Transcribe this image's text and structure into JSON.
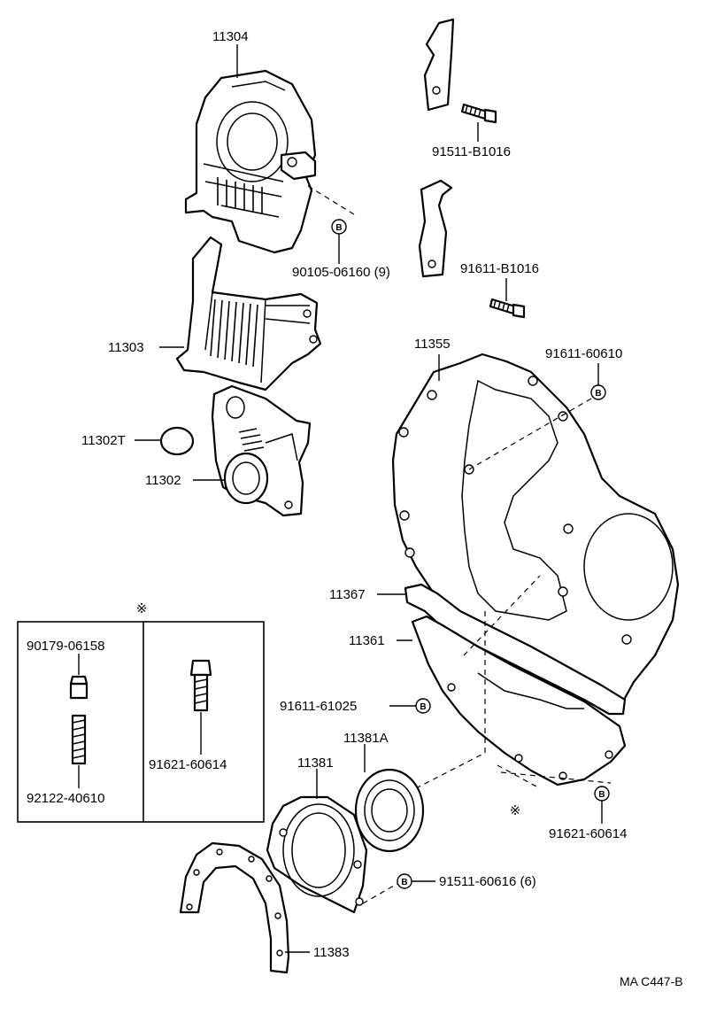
{
  "labels": {
    "p11304": "11304",
    "p90105": "90105-06160 (9)",
    "p11303": "11303",
    "p11302T": "11302T",
    "p11302": "11302",
    "p91511_b1": "91511-B1016",
    "p91611_b1": "91611-B1016",
    "p11355": "11355",
    "p91611_60610": "91611-60610",
    "p11367": "11367",
    "p11361": "11361",
    "p91611_61025": "91611-61025",
    "p11381A": "11381A",
    "p11381": "11381",
    "p91621_60614r": "91621-60614",
    "p91511_60616": "91511-60616 (6)",
    "p11383": "11383",
    "inset_90179": "90179-06158",
    "inset_92122": "92122-40610",
    "inset_91621": "91621-60614",
    "note_mark_inset": "※",
    "note_mark_right": "※",
    "b_mark": "B",
    "ref_code": "MA C447-B"
  }
}
